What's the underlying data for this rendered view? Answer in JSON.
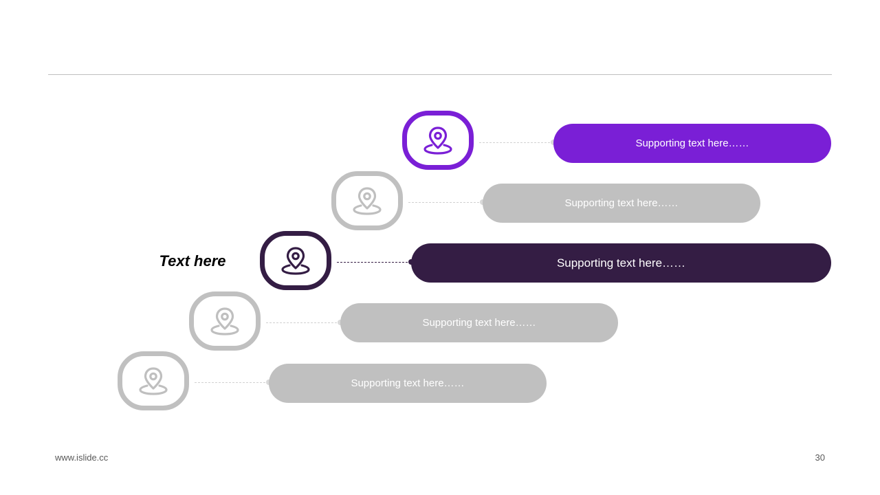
{
  "colors": {
    "highlight_purple": "#7a1fd6",
    "active_dark": "#341d44",
    "inactive_gray": "#c0c0c0",
    "rule_gray": "#bfbfbf"
  },
  "side_label": "Text here",
  "steps": [
    {
      "text": "Supporting text here……",
      "state": "highlight",
      "icon": "location-pin-icon"
    },
    {
      "text": "Supporting text here……",
      "state": "inactive",
      "icon": "location-pin-icon"
    },
    {
      "text": "Supporting text here……",
      "state": "active",
      "icon": "location-pin-icon"
    },
    {
      "text": "Supporting text here……",
      "state": "inactive",
      "icon": "location-pin-icon"
    },
    {
      "text": "Supporting text here……",
      "state": "inactive",
      "icon": "location-pin-icon"
    }
  ],
  "footer": {
    "website": "www.islide.cc",
    "page_number": "30"
  }
}
